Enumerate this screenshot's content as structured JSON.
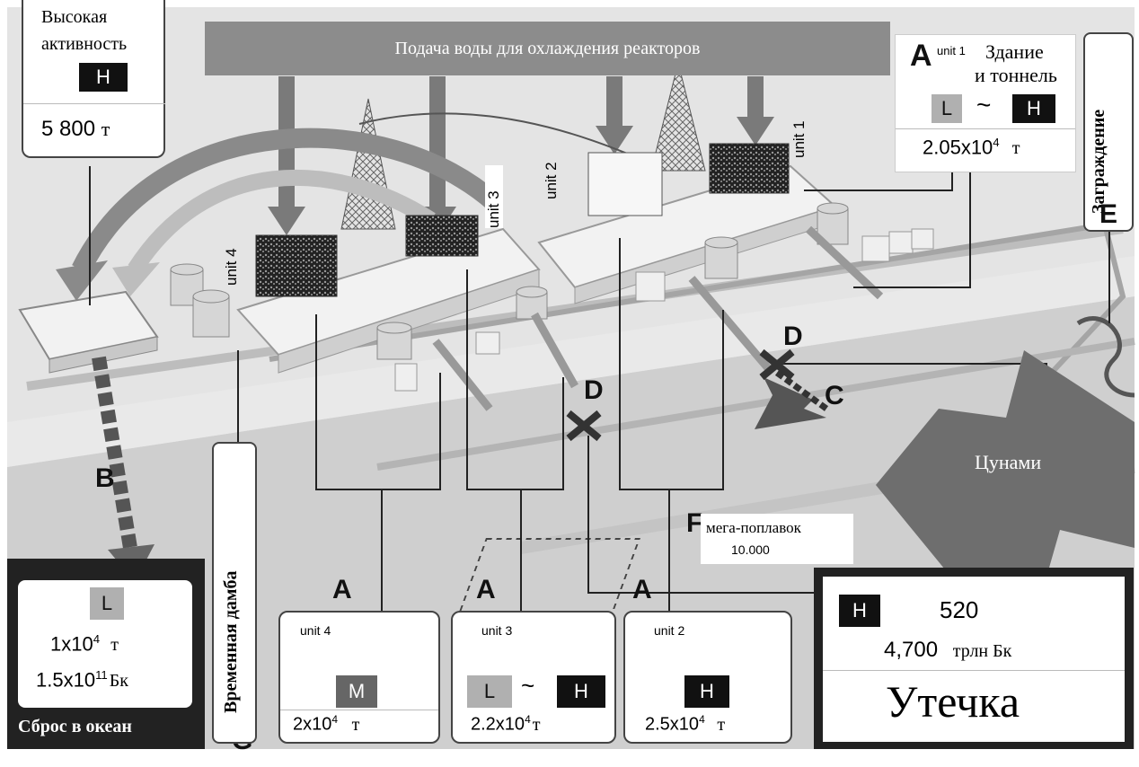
{
  "title_bar": {
    "text": "Подача воды для охлаждения реакторов"
  },
  "high_activity": {
    "title_line1": "Высокая",
    "title_line2": "активность",
    "level": "H",
    "amount": "5 800",
    "unit": "т"
  },
  "building_tunnel": {
    "letter": "A",
    "unit_tag": "unit 1",
    "title_line1": "Здание",
    "title_line2": "и тоннель",
    "level_low": "L",
    "tilde": "~",
    "level_high": "H",
    "amount_base": "2.05x10",
    "amount_exp": "4",
    "unit": "т"
  },
  "fence": {
    "label": "Заграждение",
    "letter": "E"
  },
  "unit_labels": {
    "u1": "unit 1",
    "u2": "unit 2",
    "u3": "unit 3",
    "u4": "unit 4"
  },
  "tsunami": {
    "label": "Цунами"
  },
  "point_letters": {
    "B": "B",
    "C": "C",
    "D1": "D",
    "D2": "D",
    "F": "F",
    "G": "G"
  },
  "megafloat": {
    "label": "мега-поплавок",
    "amount": "10.000"
  },
  "temp_dam": {
    "label": "Временная дамба"
  },
  "ocean": {
    "level": "L",
    "amount1_base": "1x10",
    "amount1_exp": "4",
    "amount1_unit": "т",
    "amount2_base": "1.5x10",
    "amount2_exp": "11",
    "amount2_unit": "Бк",
    "caption": "Сброс в океан"
  },
  "unit_boxes": [
    {
      "letter": "A",
      "name": "unit 4",
      "level_a": "M",
      "amount_base": "2x10",
      "amount_exp": "4",
      "unit": "т"
    },
    {
      "letter": "A",
      "name": "unit 3",
      "level_a": "L",
      "tilde": "~",
      "level_b": "H",
      "amount_base": "2.2x10",
      "amount_exp": "4",
      "unit": "т"
    },
    {
      "letter": "A",
      "name": "unit 2",
      "level_a": "H",
      "amount_base": "2.5x10",
      "amount_exp": "4",
      "unit": "т"
    }
  ],
  "leak": {
    "level": "H",
    "amount": "520",
    "activity": "4,700",
    "activity_unit": "трлн Бк",
    "caption": "Утечка"
  },
  "colors": {
    "title_bar": "#8c8c8c",
    "arrow": "#7a7a7a",
    "tsunami_arrow": "#6e6e6e",
    "building": "#ededed",
    "ground": "#dcdcdc",
    "H_badge": "#111111",
    "L_badge": "#b0b0b0",
    "M_badge": "#666666"
  },
  "icons": {
    "cross": "x-mark-icon",
    "arrow_down": "arrow-down-icon",
    "tower": "tower-icon",
    "tank": "tank-icon"
  }
}
